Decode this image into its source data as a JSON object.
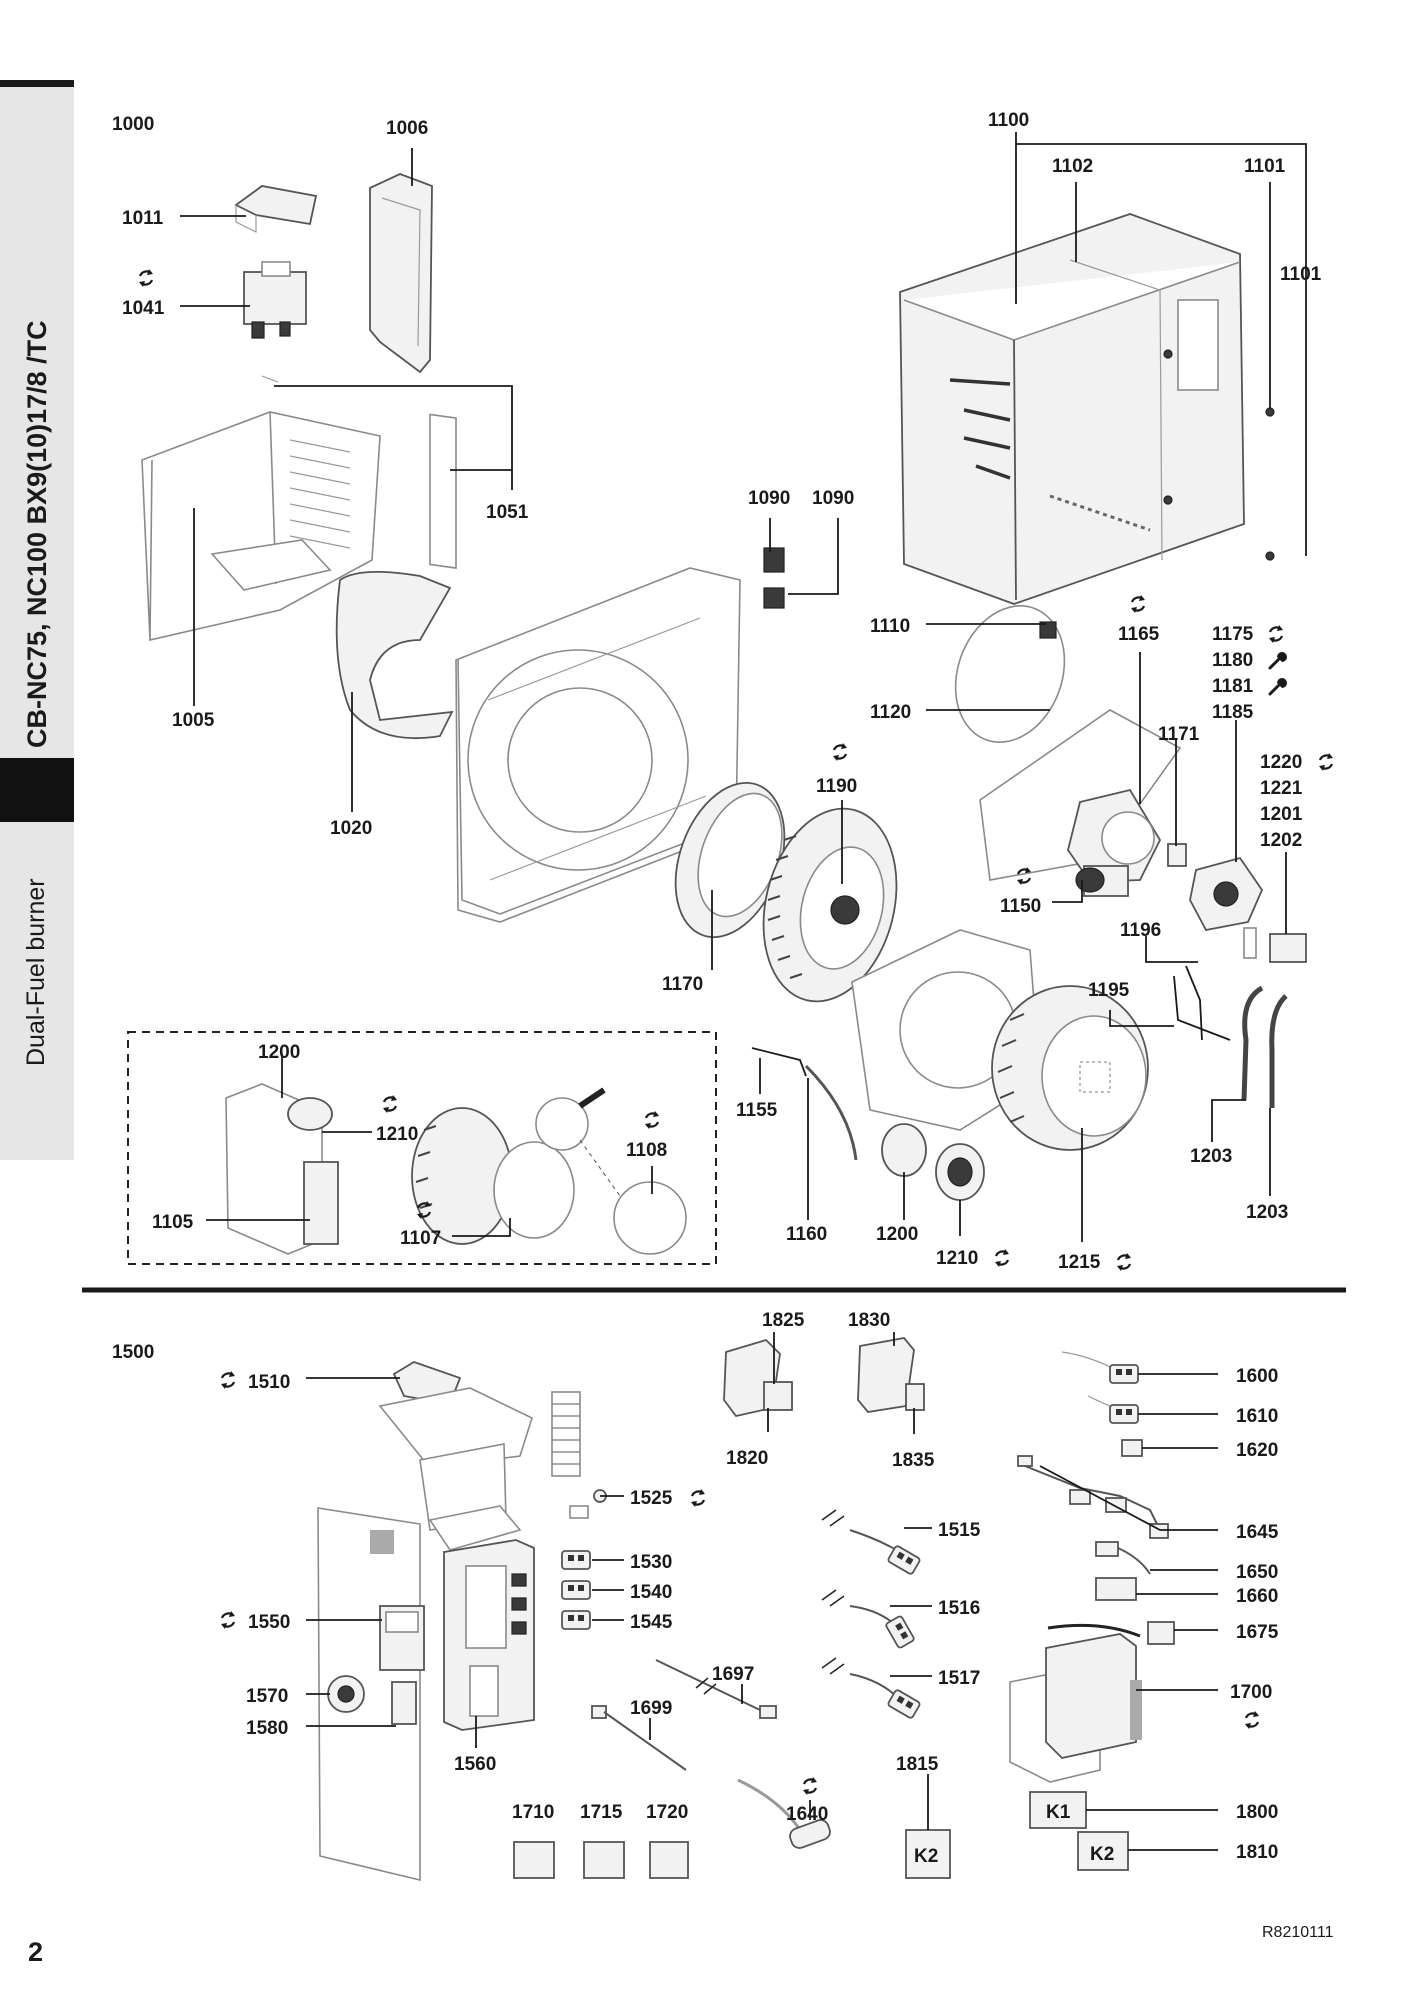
{
  "document": {
    "model": "CB-NC75, NC100 BX9(10)17/8 /TC",
    "subtitle": "Dual-Fuel burner",
    "page_number": "2",
    "doc_ref": "R8210111"
  },
  "sections": {
    "top_group": "1000",
    "bottom_group": "1500"
  },
  "icons": {
    "exchange": "circular-arrows-icon",
    "wrench": "wrench-icon"
  },
  "labels": {
    "p1006": "1006",
    "p1011": "1011",
    "p1041": "1041",
    "p1051": "1051",
    "p1005": "1005",
    "p1020": "1020",
    "p1090a": "1090",
    "p1090b": "1090",
    "p1100": "1100",
    "p1102": "1102",
    "p1101a": "1101",
    "p1101b": "1101",
    "p1110": "1110",
    "p1120": "1120",
    "p1165": "1165",
    "p1175": "1175",
    "p1180": "1180",
    "p1181": "1181",
    "p1185": "1185",
    "p1171": "1171",
    "p1220": "1220",
    "p1221": "1221",
    "p1201": "1201",
    "p1202": "1202",
    "p1190": "1190",
    "p1150": "1150",
    "p1196": "1196",
    "p1195": "1195",
    "p1170": "1170",
    "p1200a": "1200",
    "p1210a": "1210",
    "p1108": "1108",
    "p1105": "1105",
    "p1107": "1107",
    "p1155": "1155",
    "p1160": "1160",
    "p1200b": "1200",
    "p1210b": "1210",
    "p1215": "1215",
    "p1203a": "1203",
    "p1203b": "1203",
    "p1825": "1825",
    "p1830": "1830",
    "p1820": "1820",
    "p1835": "1835",
    "p1510": "1510",
    "p1525": "1525",
    "p1530": "1530",
    "p1540": "1540",
    "p1545": "1545",
    "p1550": "1550",
    "p1570": "1570",
    "p1580": "1580",
    "p1560": "1560",
    "p1515": "1515",
    "p1516": "1516",
    "p1517": "1517",
    "p1697": "1697",
    "p1699": "1699",
    "p1600": "1600",
    "p1610": "1610",
    "p1620": "1620",
    "p1645": "1645",
    "p1650": "1650",
    "p1660": "1660",
    "p1675": "1675",
    "p1700": "1700",
    "p1800": "1800",
    "p1810": "1810",
    "p1710": "1710",
    "p1715": "1715",
    "p1720": "1720",
    "p1640": "1640",
    "p1815": "1815"
  },
  "relay_marks": {
    "k1": "K1",
    "k2": "K2",
    "k2b": "K2"
  }
}
